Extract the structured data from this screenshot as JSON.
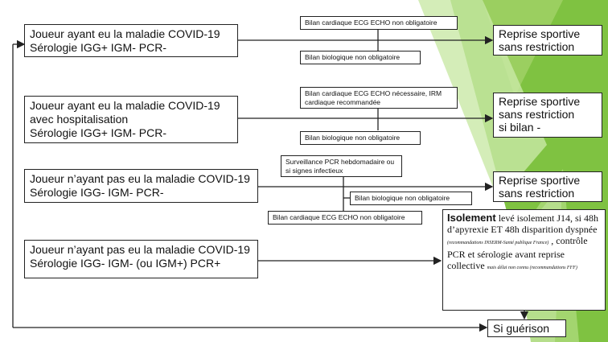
{
  "colors": {
    "accent_green": "#7fc241",
    "light_green": "#b9de8e",
    "line": "#222222"
  },
  "rows": [
    {
      "case_lines": [
        "Joueur ayant eu la maladie COVID-19",
        "Sérologie IGG+ IGM- PCR-"
      ],
      "exams": [
        "Bilan cardiaque ECG ECHO non obligatoire",
        "Bilan biologique non obligatoire"
      ],
      "outcome_lines": [
        "Reprise sportive",
        "sans restriction"
      ]
    },
    {
      "case_lines": [
        "Joueur ayant eu la maladie COVID-19",
        "avec hospitalisation",
        "Sérologie IGG+ IGM- PCR-"
      ],
      "exams": [
        "Bilan cardiaque ECG ECHO nécessaire, IRM cardiaque recommandée",
        "Bilan biologique non obligatoire"
      ],
      "outcome_lines": [
        "Reprise sportive",
        "sans restriction",
        "si bilan -"
      ]
    },
    {
      "case_lines": [
        "Joueur n’ayant pas eu la maladie COVID-19",
        "Sérologie IGG- IGM- PCR-"
      ],
      "exams": [
        "Surveillance PCR hebdomadaire ou si signes infectieux",
        "Bilan biologique non obligatoire",
        "Bilan cardiaque ECG ECHO non obligatoire"
      ],
      "outcome_lines": [
        "Reprise sportive",
        "sans restriction"
      ]
    },
    {
      "case_lines": [
        "Joueur n’ayant pas eu la maladie COVID-19",
        "Sérologie IGG- IGM- (ou IGM+) PCR+"
      ]
    }
  ],
  "isolation": {
    "bold": "Isolement",
    "text1": " levé isolement J14, si 48h d’apyrexie ET 48h disparition dyspnée ",
    "note1": "(recommandations INSERM-Santé publique France)",
    "text2": " , contrôle PCR et sérologie avant reprise collective ",
    "note2": "mais délai non connu (recommandations FFF)"
  },
  "final_outcome": "Si guérison"
}
